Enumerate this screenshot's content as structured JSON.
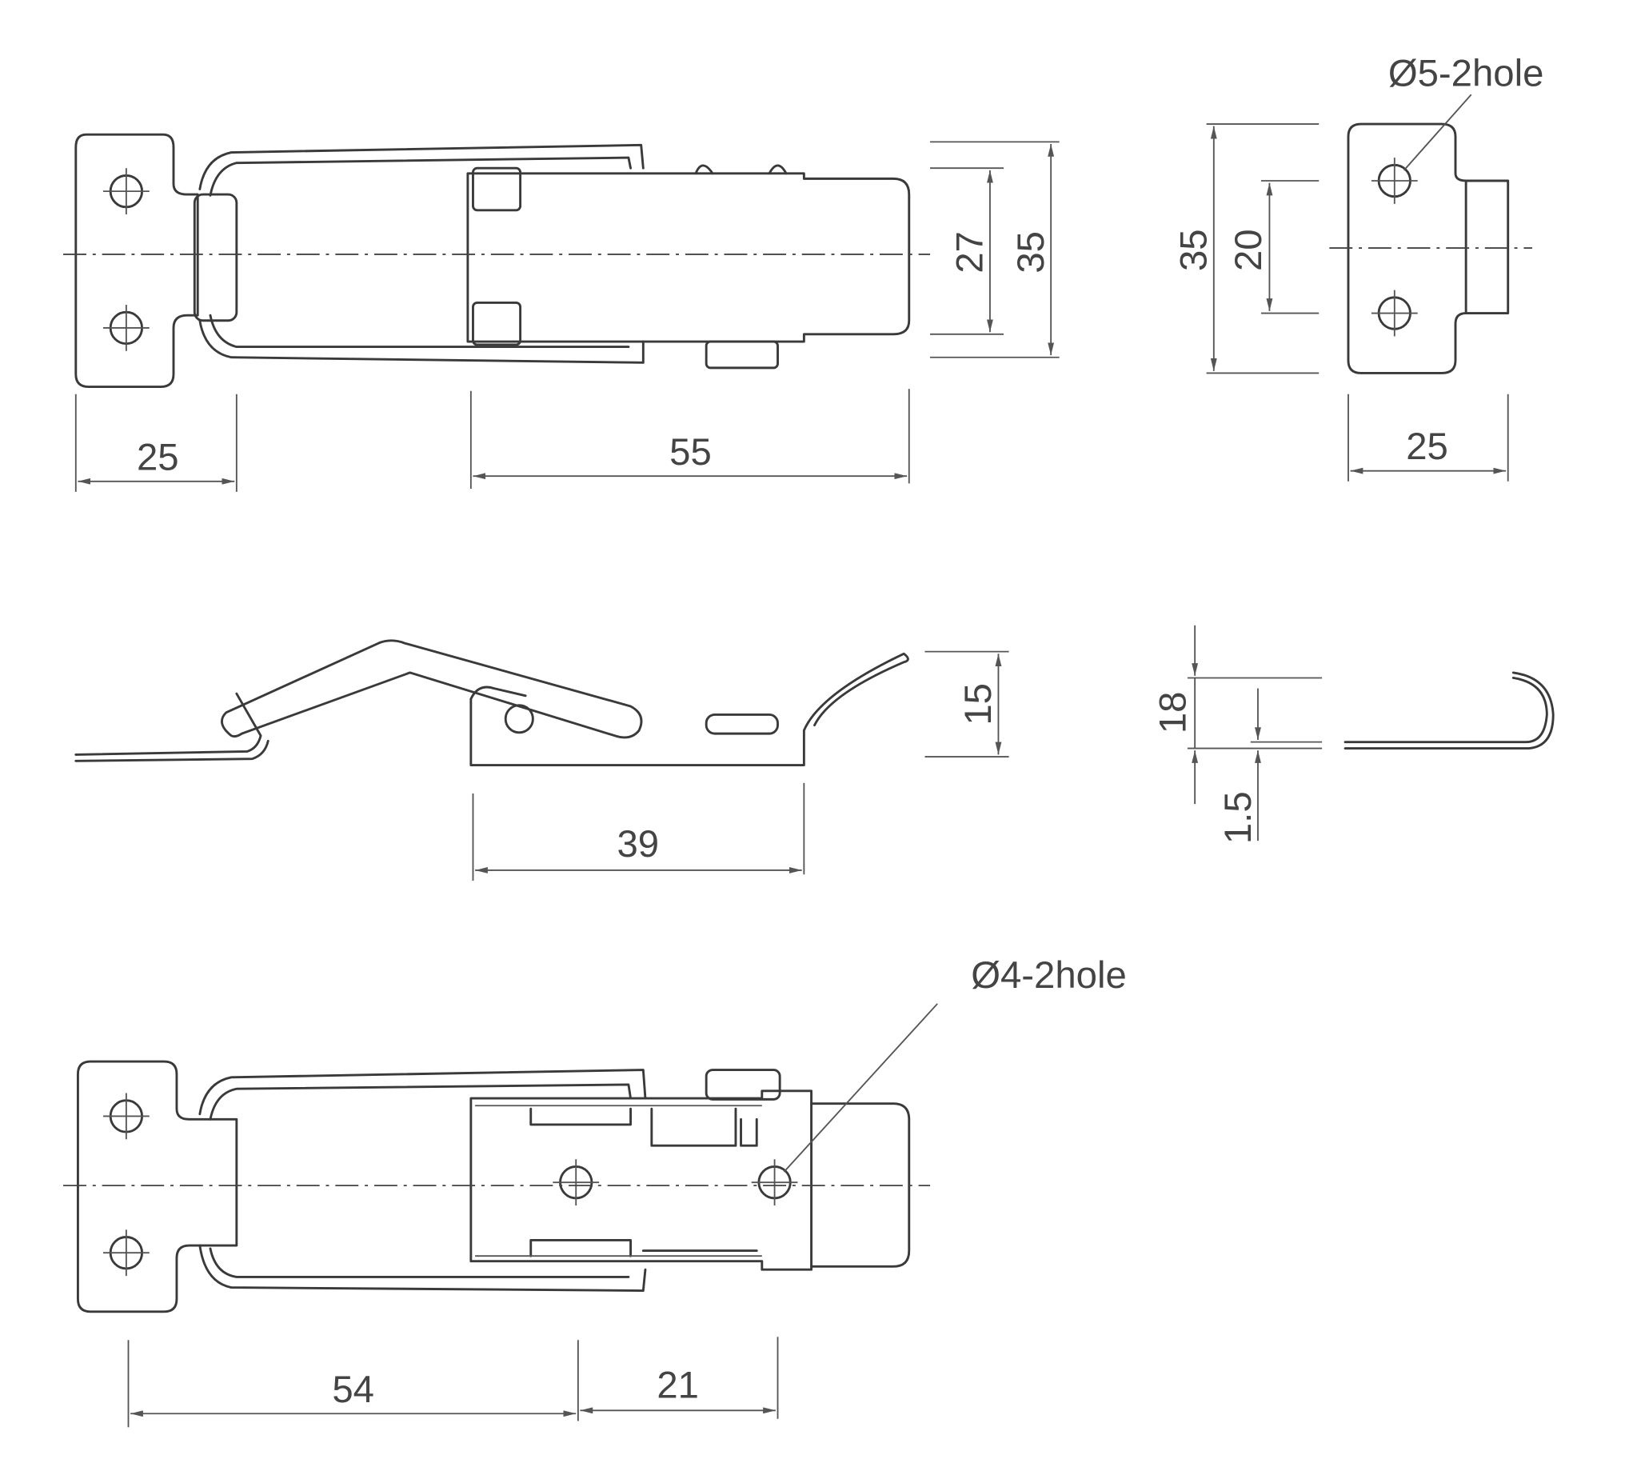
{
  "title": "Draw latch technical drawing",
  "top_view": {
    "dims": {
      "plate_width": "25",
      "body_length": "55",
      "inner_height": "27",
      "outer_height": "35"
    }
  },
  "catch_plate": {
    "hole_note": "Ø5-2hole",
    "dims": {
      "height": "35",
      "hole_spacing": "20",
      "width": "25"
    }
  },
  "side_view": {
    "dims": {
      "height": "15",
      "body_length": "39"
    }
  },
  "catch_side": {
    "dims": {
      "hook_height": "18",
      "thickness": "1.5"
    }
  },
  "bottom_view": {
    "hole_note": "Ø4-2hole",
    "dims": {
      "hole_to_hole": "54",
      "body_hole_spacing": "21"
    }
  },
  "colors": {
    "line": "#3a3a3a",
    "background": "#ffffff"
  }
}
